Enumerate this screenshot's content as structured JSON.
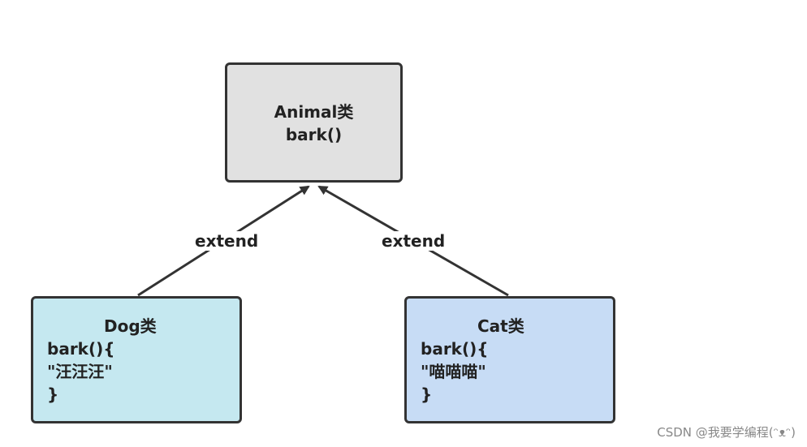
{
  "diagram": {
    "parent": {
      "name": "Animal类",
      "method": "bark()"
    },
    "children": [
      {
        "name": "Dog类",
        "method_open": "bark(){",
        "body": "\"汪汪汪\"",
        "close": "}"
      },
      {
        "name": "Cat类",
        "method_open": "bark(){",
        "body": "\"喵喵喵\"",
        "close": "}"
      }
    ],
    "edges": [
      {
        "label": "extend"
      },
      {
        "label": "extend"
      }
    ]
  },
  "colors": {
    "parent_fill": "#e1e1e1",
    "dog_fill": "#c5e8f0",
    "cat_fill": "#c7dcf5",
    "stroke": "#333333"
  },
  "watermark": "CSDN @我要学编程(ᵔᴥᵔ)"
}
